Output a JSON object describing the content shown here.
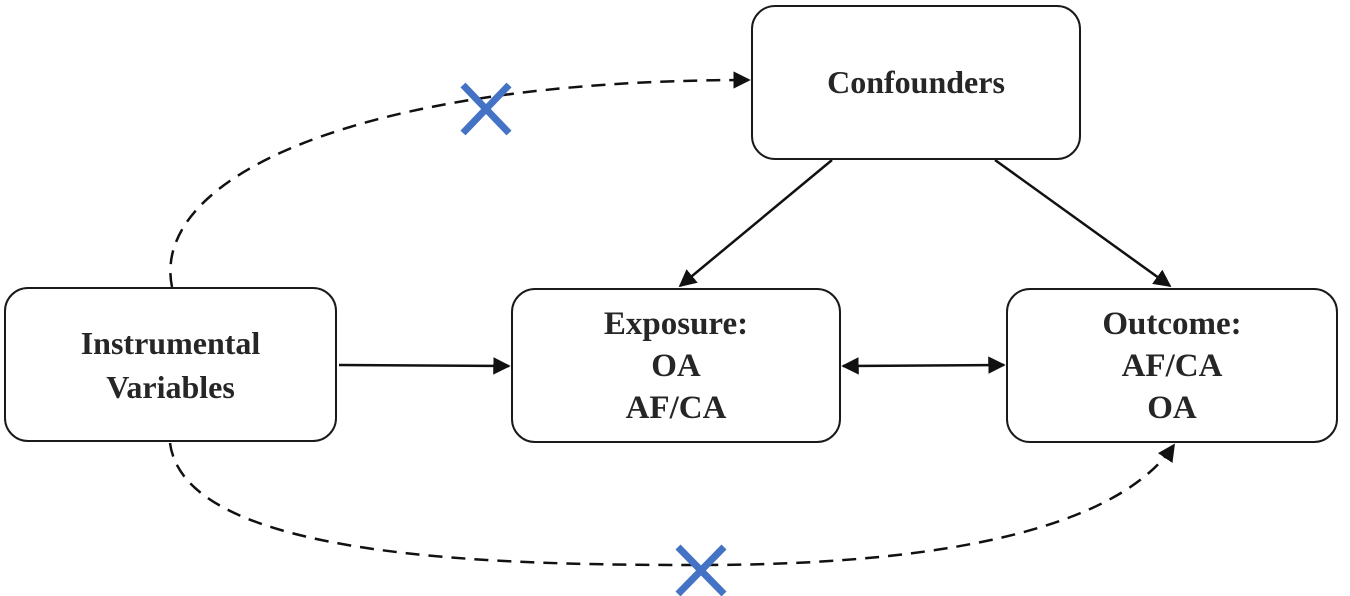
{
  "nodes": {
    "confounders": {
      "lines": [
        "Confounders"
      ]
    },
    "instrumental_variables": {
      "lines": [
        "Instrumental",
        "Variables"
      ]
    },
    "exposure": {
      "lines": [
        "Exposure:",
        "OA",
        "AF/CA"
      ]
    },
    "outcome": {
      "lines": [
        "Outcome:",
        "AF/CA",
        "OA"
      ]
    }
  },
  "edges": [
    {
      "from": "instrumental_variables",
      "to": "exposure",
      "style": "solid",
      "direction": "forward"
    },
    {
      "from": "exposure",
      "to": "outcome",
      "style": "solid",
      "direction": "bidirectional"
    },
    {
      "from": "confounders",
      "to": "exposure",
      "style": "solid",
      "direction": "forward"
    },
    {
      "from": "confounders",
      "to": "outcome",
      "style": "solid",
      "direction": "forward"
    },
    {
      "from": "instrumental_variables",
      "to": "confounders",
      "style": "dashed",
      "direction": "forward",
      "blocked": true
    },
    {
      "from": "instrumental_variables",
      "to": "outcome",
      "style": "dashed",
      "direction": "forward",
      "blocked": true
    }
  ],
  "colors": {
    "line": "#111111",
    "blocked_mark": "#4472C4",
    "text": "#262626"
  }
}
